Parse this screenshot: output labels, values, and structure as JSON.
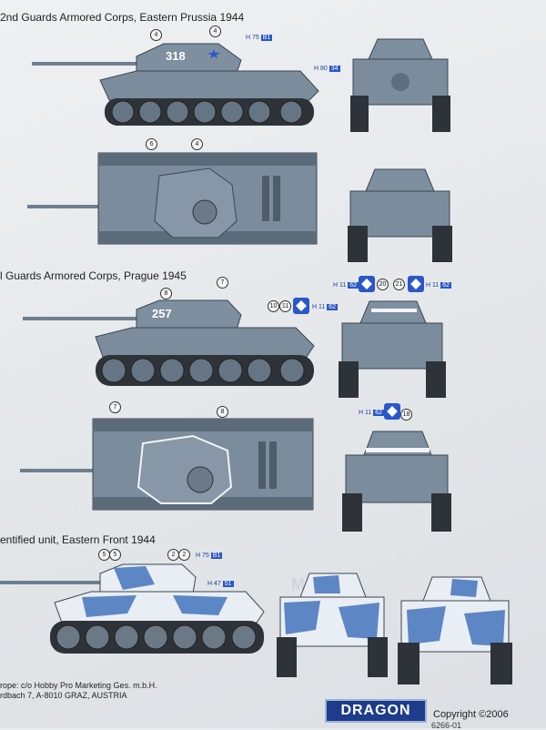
{
  "sections": [
    {
      "caption": "2nd Guards Armored Corps, Eastern Prussia 1944",
      "turret_number": "318",
      "numbers": [
        "4",
        "4",
        "6",
        "4"
      ],
      "codes": [
        {
          "prefix": "H",
          "num1": "75",
          "num2": "B1"
        },
        {
          "prefix": "H",
          "num1": "80",
          "num2": "34"
        }
      ]
    },
    {
      "caption": "l Guards Armored Corps, Prague 1945",
      "turret_number": "257",
      "numbers": [
        "7",
        "8",
        "10",
        "11",
        "20",
        "21",
        "7",
        "8",
        "18"
      ],
      "codes": [
        {
          "prefix": "H",
          "num1": "11",
          "num2": "62"
        },
        {
          "prefix": "H",
          "num1": "11",
          "num2": "62"
        },
        {
          "prefix": "H",
          "num1": "11",
          "num2": "62"
        },
        {
          "prefix": "H",
          "num1": "11",
          "num2": "62"
        }
      ]
    },
    {
      "caption": "entified unit, Eastern Front 1944",
      "numbers": [
        "5",
        "5",
        "2",
        "2"
      ],
      "codes": [
        {
          "prefix": "H",
          "num1": "75",
          "num2": "B1"
        },
        {
          "prefix": "H",
          "num1": "47",
          "num2": "51"
        }
      ]
    }
  ],
  "ghost_text": "Mo  ...  Pai",
  "footer": {
    "line1": "rope: c/o Hobby Pro Marketing Ges. m.b.H.",
    "line2": "rdbach 7, A-8010 GRAZ, AUSTRIA"
  },
  "brand": "DRAGON",
  "copyright": "Copyright ©2006",
  "part_number": "6266-01",
  "colors": {
    "paint_grey": "#7e8fa0",
    "track": "#2d3338",
    "camo_blue": "#5d86c4",
    "camo_white": "#e8eef4",
    "decal_blue": "#2a57c8"
  }
}
